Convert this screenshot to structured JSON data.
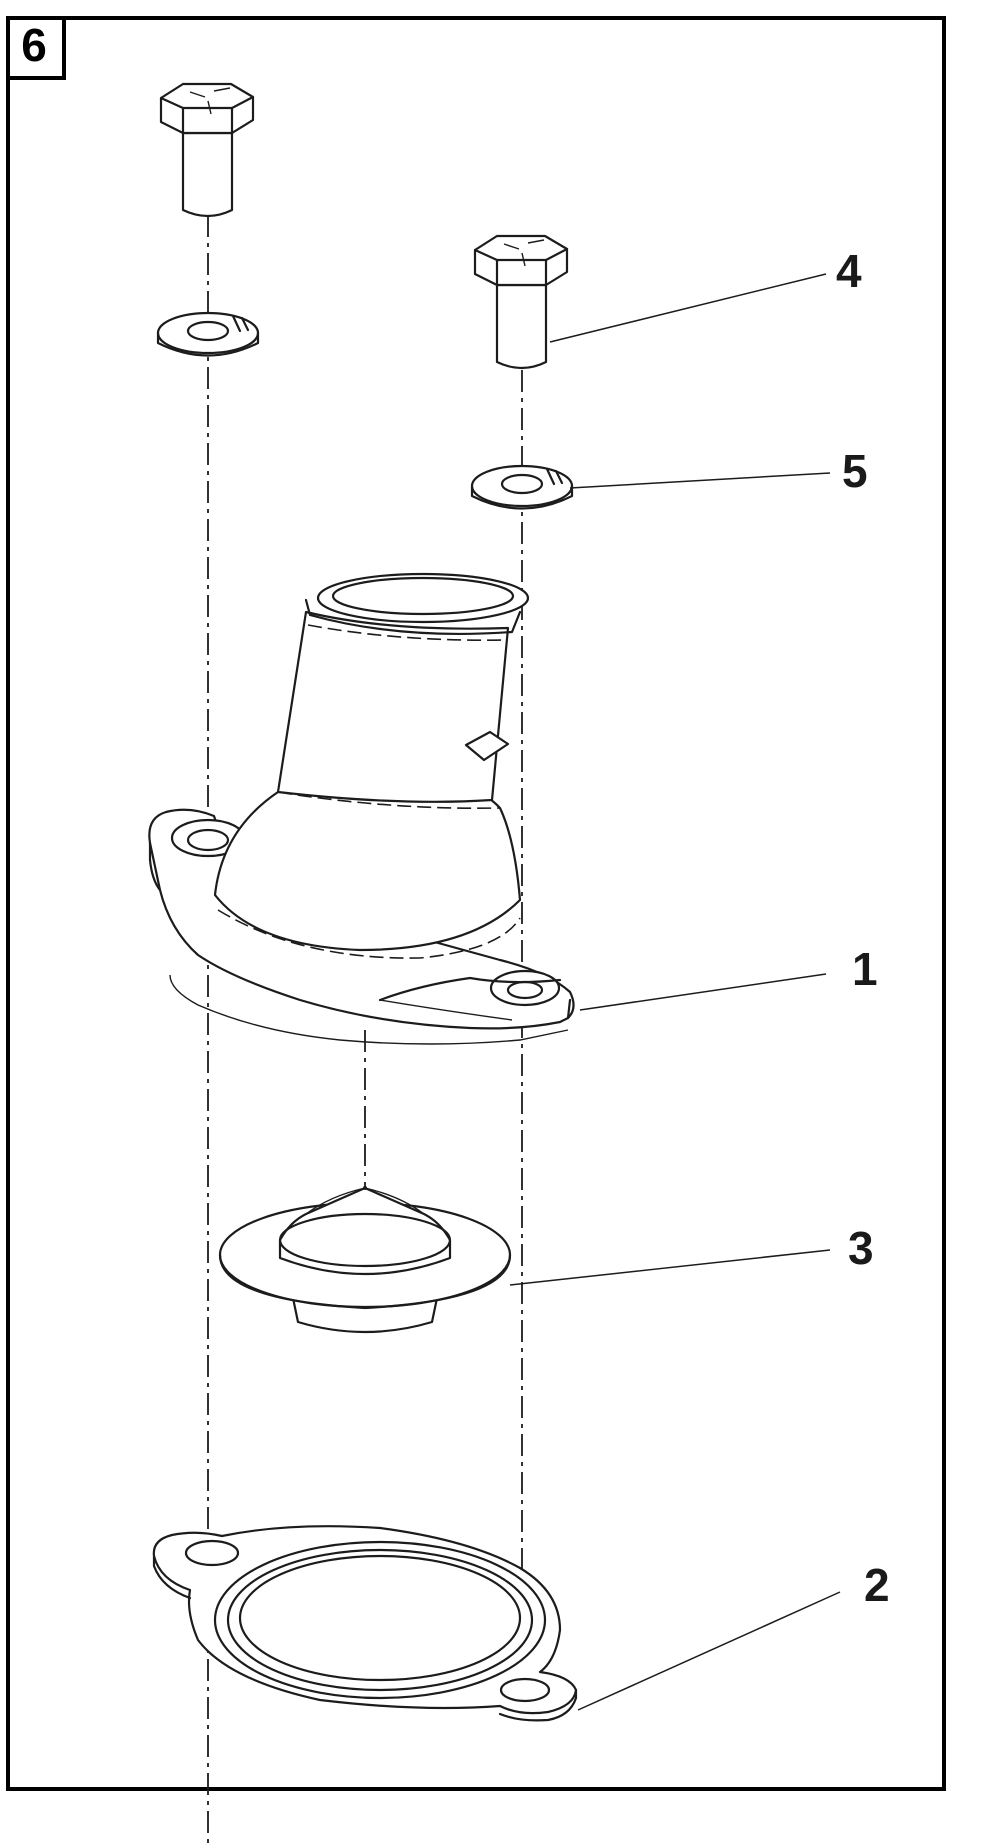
{
  "page_number": "6",
  "callouts": {
    "part_1": "1",
    "part_2": "2",
    "part_3": "3",
    "part_4": "4",
    "part_5": "5"
  },
  "colors": {
    "line": "#1c1c1c",
    "background": "#ffffff"
  }
}
